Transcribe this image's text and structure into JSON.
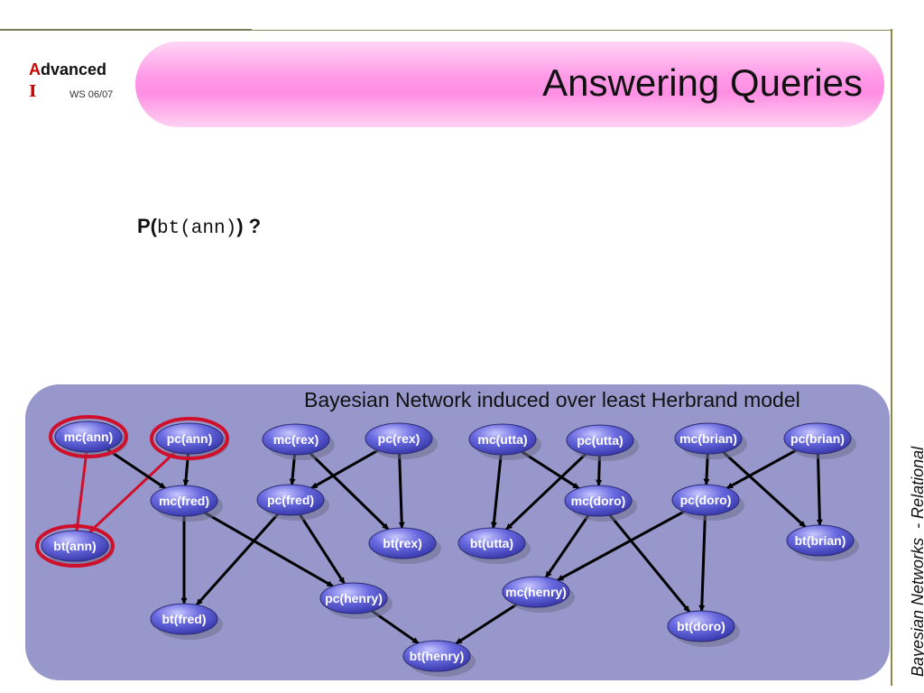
{
  "header": {
    "logo_first_letter": "A",
    "logo_rest": "dvanced",
    "logo_second_line": "I",
    "course_term": "WS 06/07",
    "title": "Answering Queries"
  },
  "query": {
    "prefix": "P(",
    "term": "bt(ann)",
    "suffix": ") ?"
  },
  "network": {
    "caption": "Bayesian Network induced over least Herbrand model",
    "node_color": "#5a5ad0",
    "highlight_color": "#d0102a",
    "nodes": [
      {
        "id": "mc_ann",
        "label": "mc(ann)",
        "highlight": true
      },
      {
        "id": "pc_ann",
        "label": "pc(ann)",
        "highlight": true
      },
      {
        "id": "mc_rex",
        "label": "mc(rex)"
      },
      {
        "id": "pc_rex",
        "label": "pc(rex)"
      },
      {
        "id": "mc_utta",
        "label": "mc(utta)"
      },
      {
        "id": "pc_utta",
        "label": "pc(utta)"
      },
      {
        "id": "mc_brian",
        "label": "mc(brian)"
      },
      {
        "id": "pc_brian",
        "label": "pc(brian)"
      },
      {
        "id": "bt_ann",
        "label": "bt(ann)",
        "highlight": true
      },
      {
        "id": "mc_fred",
        "label": "mc(fred)"
      },
      {
        "id": "pc_fred",
        "label": "pc(fred)"
      },
      {
        "id": "bt_rex",
        "label": "bt(rex)"
      },
      {
        "id": "bt_utta",
        "label": "bt(utta)"
      },
      {
        "id": "mc_doro",
        "label": "mc(doro)"
      },
      {
        "id": "pc_doro",
        "label": "pc(doro)"
      },
      {
        "id": "bt_brian",
        "label": "bt(brian)"
      },
      {
        "id": "bt_fred",
        "label": "bt(fred)"
      },
      {
        "id": "pc_henry",
        "label": "pc(henry)"
      },
      {
        "id": "mc_henry",
        "label": "mc(henry)"
      },
      {
        "id": "bt_doro",
        "label": "bt(doro)"
      },
      {
        "id": "bt_henry",
        "label": "bt(henry)"
      }
    ],
    "edges": [
      {
        "from": "mc_ann",
        "to": "bt_ann",
        "highlight": true
      },
      {
        "from": "pc_ann",
        "to": "bt_ann",
        "highlight": true
      },
      {
        "from": "mc_ann",
        "to": "mc_fred"
      },
      {
        "from": "pc_ann",
        "to": "mc_fred"
      },
      {
        "from": "mc_rex",
        "to": "pc_fred"
      },
      {
        "from": "pc_rex",
        "to": "pc_fred"
      },
      {
        "from": "mc_rex",
        "to": "bt_rex"
      },
      {
        "from": "pc_rex",
        "to": "bt_rex"
      },
      {
        "from": "mc_utta",
        "to": "bt_utta"
      },
      {
        "from": "pc_utta",
        "to": "bt_utta"
      },
      {
        "from": "mc_utta",
        "to": "mc_doro"
      },
      {
        "from": "pc_utta",
        "to": "mc_doro"
      },
      {
        "from": "mc_brian",
        "to": "pc_doro"
      },
      {
        "from": "pc_brian",
        "to": "pc_doro"
      },
      {
        "from": "mc_brian",
        "to": "bt_brian"
      },
      {
        "from": "pc_brian",
        "to": "bt_brian"
      },
      {
        "from": "mc_fred",
        "to": "bt_fred"
      },
      {
        "from": "pc_fred",
        "to": "bt_fred"
      },
      {
        "from": "mc_fred",
        "to": "pc_henry"
      },
      {
        "from": "pc_fred",
        "to": "pc_henry"
      },
      {
        "from": "mc_doro",
        "to": "mc_henry"
      },
      {
        "from": "pc_doro",
        "to": "mc_henry"
      },
      {
        "from": "mc_doro",
        "to": "bt_doro"
      },
      {
        "from": "pc_doro",
        "to": "bt_doro"
      },
      {
        "from": "pc_henry",
        "to": "bt_henry"
      },
      {
        "from": "mc_henry",
        "to": "bt_henry"
      }
    ]
  },
  "sidebar_text": "Bayesian Networks  - Relational"
}
